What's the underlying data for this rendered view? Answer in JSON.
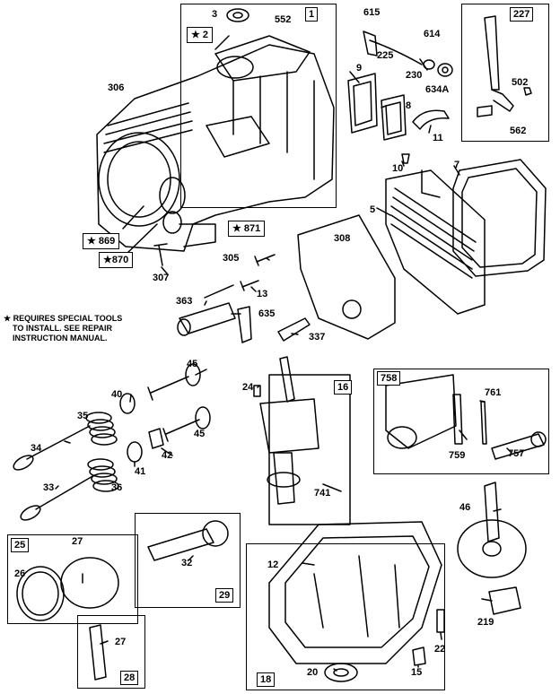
{
  "labels": {
    "l1": "1",
    "l3": "3",
    "l552": "552",
    "l615": "615",
    "l614": "614",
    "l225": "225",
    "l230": "230",
    "l634a": "634A",
    "l227": "227",
    "l502": "502",
    "l562": "562",
    "l306": "306",
    "l9": "9",
    "l8": "8",
    "l11": "11",
    "l10": "10",
    "l7": "7",
    "l5": "5",
    "l308": "308",
    "l305": "305",
    "l307": "307",
    "l13": "13",
    "l363": "363",
    "l635": "635",
    "l337": "337",
    "l45a": "45",
    "l40": "40",
    "l35": "35",
    "l45b": "45",
    "l34": "34",
    "l42": "42",
    "l41": "41",
    "l36": "36",
    "l33": "33",
    "l24": "24",
    "l16": "16",
    "l741": "741",
    "l758": "758",
    "l761": "761",
    "l759": "759",
    "l757": "757",
    "l46": "46",
    "l25": "25",
    "l27a": "27",
    "l26": "26",
    "l32": "32",
    "l29": "29",
    "l12": "12",
    "l219": "219",
    "l27b": "27",
    "l28": "28",
    "l18": "18",
    "l20": "20",
    "l15": "15",
    "l22": "22"
  },
  "star_labels": {
    "s2": "★ 2",
    "s871": "★ 871",
    "s869": "★ 869",
    "s870": "★870"
  },
  "note": {
    "line1": "★ REQUIRES SPECIAL TOOLS",
    "line2": "TO INSTALL.  SEE REPAIR",
    "line3": "INSTRUCTION MANUAL."
  }
}
